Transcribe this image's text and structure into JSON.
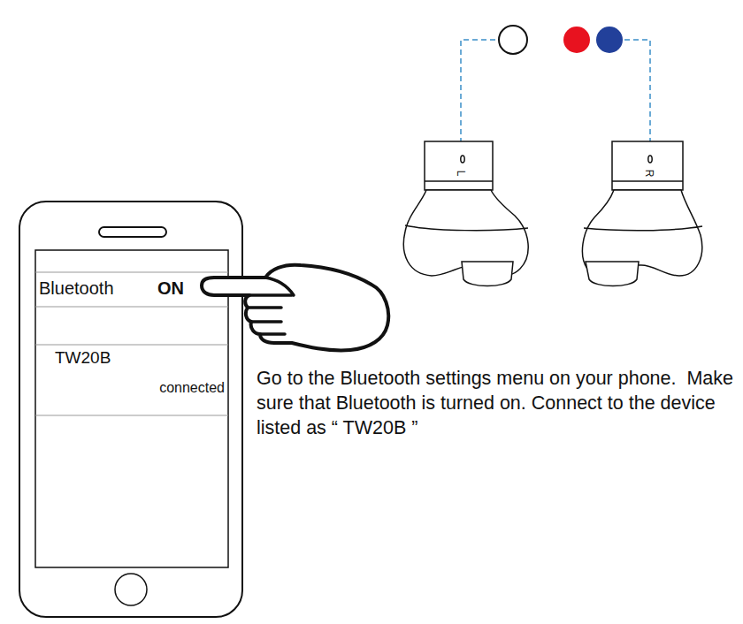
{
  "diagram": {
    "nodes": [
      {
        "text": [
          "Bluetooth",
          "ON"
        ]
      },
      {
        "text": [
          "TW20B",
          "connected"
        ]
      }
    ],
    "labels": [
      "L",
      "R",
      "Go to the Bluetooth settings menu on your phone.  Make sure that Bluetooth is turned on. Connect to the device listed as “ TW20B ”"
    ]
  }
}
